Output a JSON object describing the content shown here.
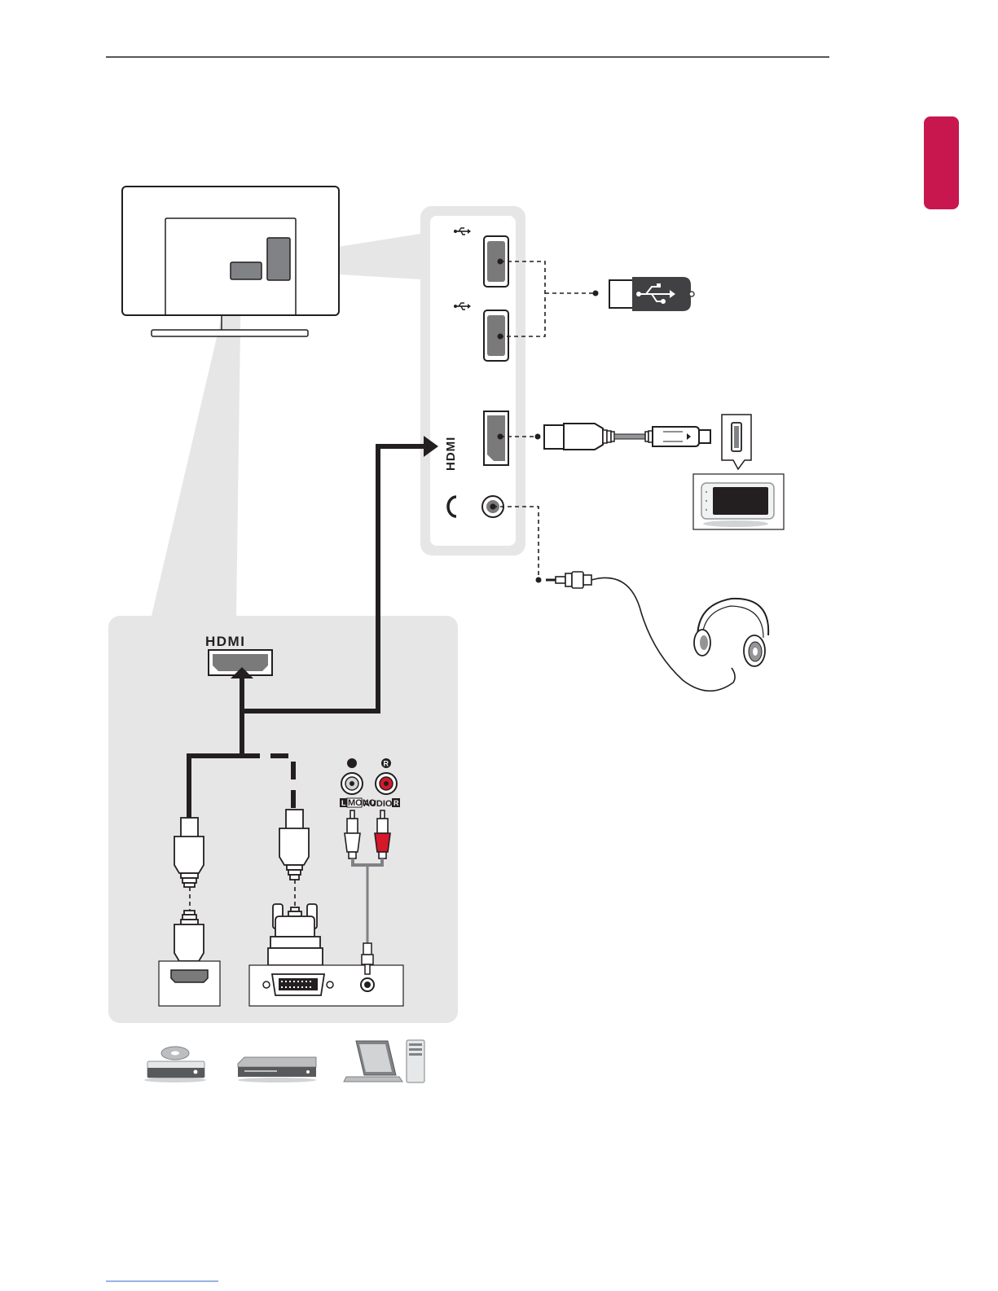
{
  "colors": {
    "accent_tab": "#c8174f",
    "panel_gray": "#e7e6e6",
    "port_gray": "#7a7a7a",
    "cable_black": "#231f20",
    "audio_red": "#d6182a"
  },
  "labels": {
    "hdmi_side": "HDMI",
    "hdmi_rear": "HDMI",
    "audio_left": "L",
    "audio_mono": "MONO",
    "audio_center": "AUDIO",
    "audio_right": "R",
    "audio_right_badge": "R"
  },
  "icons": [
    "usb-icon",
    "headphone-icon",
    "hdmi-logo",
    "usb-flash-drive",
    "mhl-cable",
    "smartphone",
    "headphones",
    "dvd-player",
    "set-top-box",
    "laptop",
    "desktop-pc"
  ]
}
